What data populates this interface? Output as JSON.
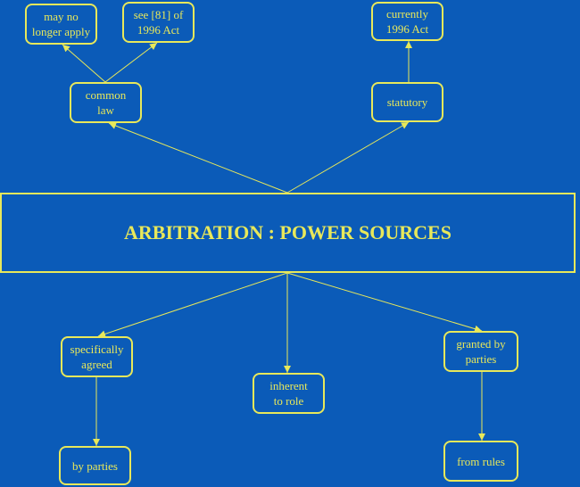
{
  "colors": {
    "background": "#0b5bb8",
    "line": "#e8e85a",
    "text": "#e8e85a"
  },
  "diagram": {
    "title": "ARBITRATION : POWER SOURCES",
    "nodes": {
      "may_no_longer_apply": "may no\nlonger apply",
      "see_81": "see [81] of\n1996 Act",
      "currently_1996": "currently\n1996 Act",
      "common_law": "common\nlaw",
      "statutory": "statutory",
      "specifically_agreed": "specifically\nagreed",
      "inherent_to_role": "inherent\nto role",
      "granted_by_parties": "granted by\nparties",
      "by_parties": "by parties",
      "from_rules": "from rules"
    },
    "edges": [
      [
        "main",
        "common_law"
      ],
      [
        "main",
        "statutory"
      ],
      [
        "common_law",
        "may_no_longer_apply"
      ],
      [
        "common_law",
        "see_81"
      ],
      [
        "statutory",
        "currently_1996"
      ],
      [
        "main",
        "specifically_agreed"
      ],
      [
        "main",
        "inherent_to_role"
      ],
      [
        "main",
        "granted_by_parties"
      ],
      [
        "specifically_agreed",
        "by_parties"
      ],
      [
        "granted_by_parties",
        "from_rules"
      ]
    ]
  }
}
